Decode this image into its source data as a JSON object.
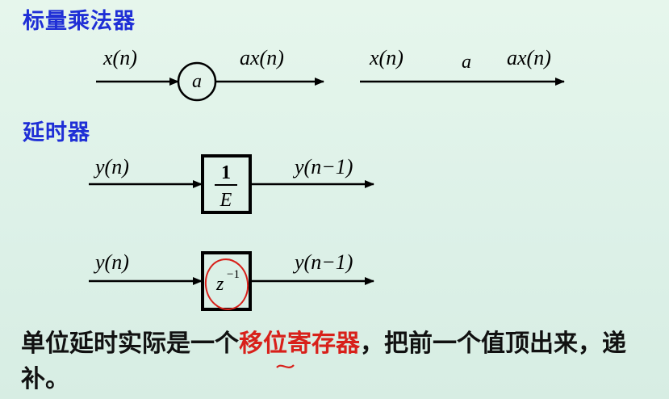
{
  "sections": {
    "scalar": {
      "heading": "标量乘法器"
    },
    "delay": {
      "heading": "延时器"
    }
  },
  "labels": {
    "x": "x",
    "n": "n",
    "ax": "ax",
    "a": "a",
    "y": "y",
    "n_minus_1": "n−1",
    "one": "1",
    "E": "E",
    "z": "z",
    "minus_one": "−1"
  },
  "note": {
    "part1": "单位延时实际是一个",
    "highlight": "移位寄存器",
    "part2": "，把前一个值顶出来，递补。"
  },
  "colors": {
    "heading": "#1f2fd6",
    "highlight": "#d8201a",
    "annotation": "#d8201a"
  }
}
